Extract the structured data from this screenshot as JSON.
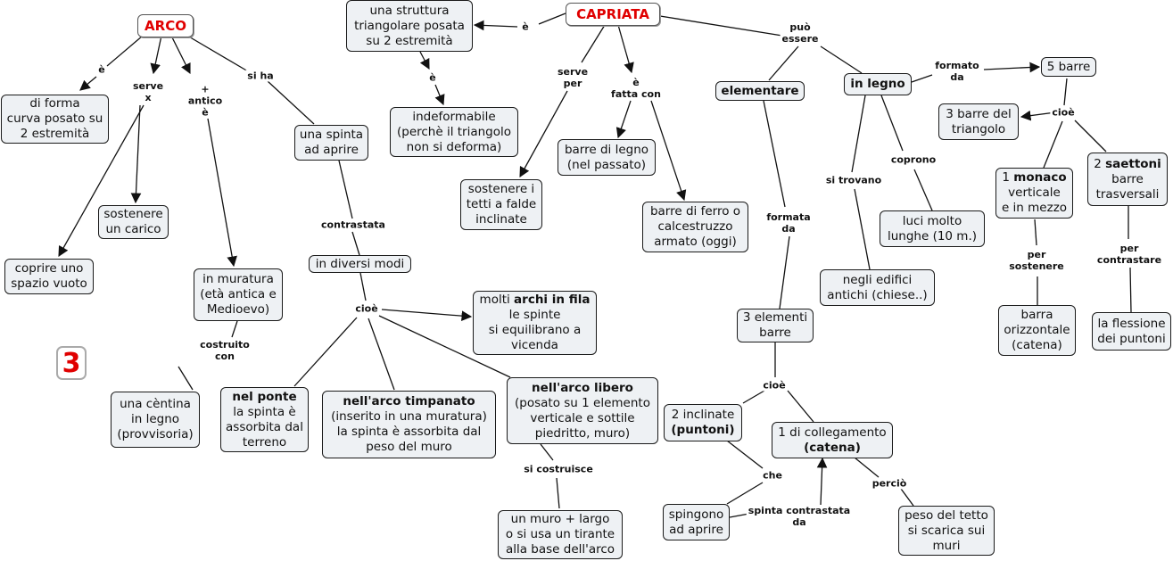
{
  "nodes": {
    "arco": "ARCO",
    "forma_curva": "di forma\ncurva posato su\n2 estremità",
    "sostenere_carico": "sostenere\nun carico",
    "coprire_spazio": "coprire uno\nspazio vuoto",
    "muratura": "in muratura\n(età antica e\nMedioevo)",
    "centina": "una cèntina\nin legno\n(provvisoria)",
    "spinta_aprire": "una spinta\nad aprire",
    "diversi_modi": "in diversi modi",
    "archi_fila_pre": "molti ",
    "archi_fila_bold": "archi in fila",
    "archi_fila_post": "\nle spinte\nsi equilibrano a\nvicenda",
    "ponte_bold": "nel ponte",
    "ponte_rest": "\nla spinta è\nassorbita dal\nterreno",
    "timpanato_bold": "nell'arco timpanato",
    "timpanato_rest": "\n(inserito in una muratura)\nla spinta è assorbita dal\npeso del muro",
    "libero_bold": "nell'arco libero",
    "libero_rest": "\n(posato su 1 elemento\nverticale e sottile\npiedritto, muro)",
    "muro_largo": "un muro + largo\no si usa un tirante\nalla base dell'arco",
    "capriata": "CAPRIATA",
    "struttura_tri": "una struttura\ntriangolare posata\nsu 2 estremità",
    "indeformabile": "indeformabile\n(perchè il triangolo\nnon si deforma)",
    "sostenere_tetti": "sostenere i\ntetti a falde\ninclinate",
    "barre_legno": "barre di legno\n(nel passato)",
    "barre_ferro": "barre di ferro o\ncalcestruzzo\narmato (oggi)",
    "elementare": "elementare",
    "tre_elementi": "3 elementi\nbarre",
    "due_inclinate_pre": "2 inclinate\n",
    "due_inclinate_bold": "(puntoni)",
    "uno_collegamento_pre": "1 di collegamento\n",
    "uno_collegamento_bold": "(catena)",
    "spingono": "spingono\nad aprire",
    "peso_tetto": "peso del tetto\nsi scarica sui\nmuri",
    "in_legno": "in legno",
    "edifici_antichi": "negli edifici\nantichi (chiese..)",
    "luci_lunghe": "luci molto\nlunghe (10 m.)",
    "cinque_barre": "5 barre",
    "tre_barre": "3 barre del\ntriangolo",
    "monaco_pre": "1 ",
    "monaco_bold": "monaco",
    "monaco_post": "\nverticale\ne in mezzo",
    "saettoni_pre": "2 ",
    "saettoni_bold": "saettoni",
    "saettoni_post": "\nbarre\ntrasversali",
    "barra_orizz": "barra\norizzontale\n(catena)",
    "flessione": "la flessione\ndei puntoni"
  },
  "labels": {
    "arco_e": "è",
    "serve_x": "serve\nx",
    "antico": "+\nantico\nè",
    "si_ha": "si ha",
    "contrastata": "contrastata",
    "cioe_arco": "cioè",
    "costruito_con": "costruito\ncon",
    "si_costruisce": "si costruisce",
    "capriata_e": "è",
    "tri_e": "è",
    "serve_per": "serve\nper",
    "fatta_con": "è\nfatta con",
    "puo_essere": "può\nessere",
    "formata_da": "formata\nda",
    "cioe_elem": "cioè",
    "che": "che",
    "spinta_contrastata": "spinta contrastata\nda",
    "percio": "perciò",
    "si_trovano": "si trovano",
    "coprono": "coprono",
    "formato_da": "formato\nda",
    "cioe_legno": "cioè",
    "per_sostenere": "per\nsostenere",
    "per_contrastare": "per\ncontrastare"
  },
  "page_number": "3",
  "colors": {
    "title_red": "#e00000",
    "node_fill": "#eef1f4",
    "stroke": "#1a1a1a"
  }
}
